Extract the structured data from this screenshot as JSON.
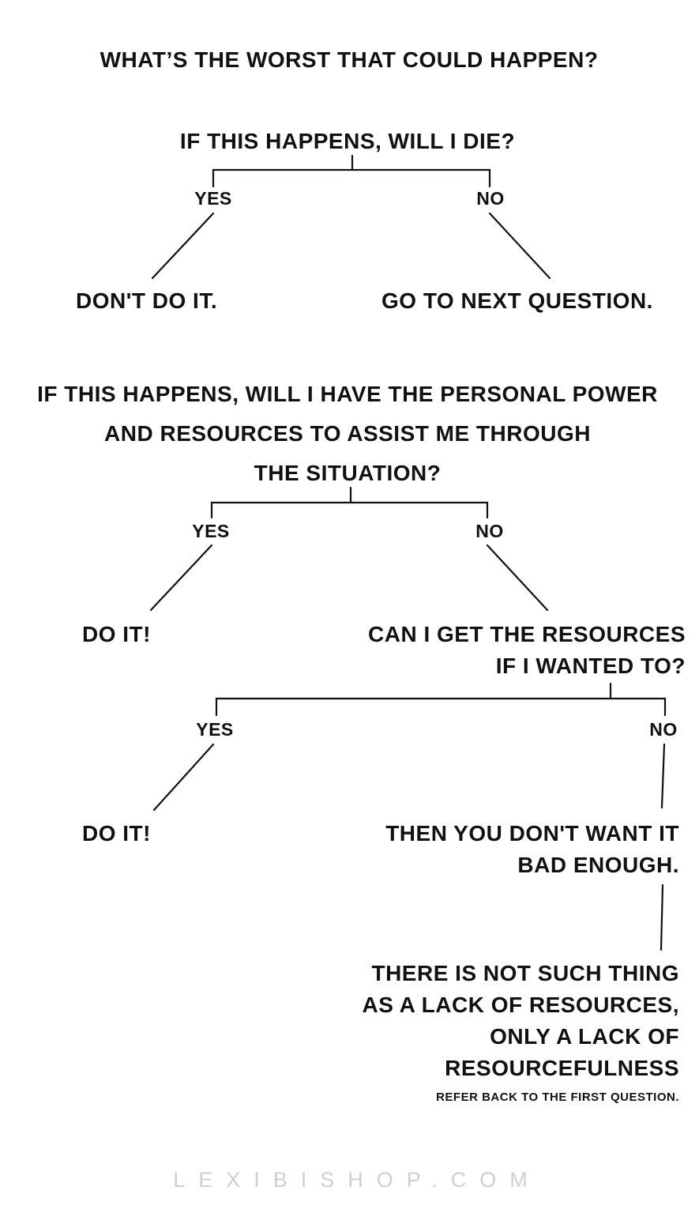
{
  "title": "WHAT’S THE WORST THAT COULD HAPPEN?",
  "q1": {
    "question": "IF THIS HAPPENS, WILL I DIE?",
    "yes_label": "YES",
    "no_label": "NO",
    "yes_outcome": "DON'T DO IT.",
    "no_outcome": "GO TO NEXT QUESTION."
  },
  "q2": {
    "question_lines": [
      "IF THIS HAPPENS, WILL I HAVE THE PERSONAL POWER",
      "AND RESOURCES TO ASSIST ME THROUGH",
      "THE SITUATION?"
    ],
    "yes_label": "YES",
    "no_label": "NO",
    "yes_outcome": "DO IT!",
    "no_outcome_lines": [
      "CAN I GET THE RESOURCES",
      "IF I WANTED TO?"
    ]
  },
  "q3": {
    "yes_label": "YES",
    "no_label": "NO",
    "yes_outcome": "DO IT!",
    "no_outcome_lines": [
      "THEN YOU DON'T WANT IT",
      "BAD ENOUGH."
    ]
  },
  "conclusion": {
    "lines": [
      "THERE IS NOT SUCH THING",
      "AS A LACK OF RESOURCES,",
      "ONLY A LACK OF",
      "RESOURCEFULNESS"
    ],
    "note": "REFER BACK TO THE FIRST QUESTION."
  },
  "footer": "LEXIBISHOP.COM"
}
